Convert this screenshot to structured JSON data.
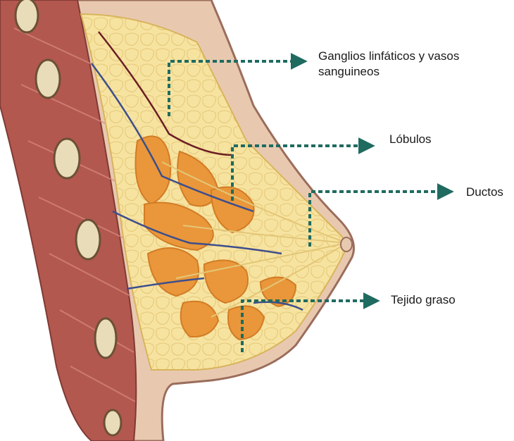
{
  "diagram": {
    "labels": {
      "ganglios": "Ganglios linfáticos y vasos sanguineos",
      "lobulos": "Lóbulos",
      "ductos": "Ductos",
      "tejido": "Tejido graso"
    },
    "colors": {
      "skin": "#e8c9b0",
      "skin_outline": "#9b6d5c",
      "muscle": "#b3584f",
      "fat": "#f7e3a0",
      "lobule": "#e9973a",
      "vessel_blue": "#3d4e8c",
      "vessel_red": "#6b1e24",
      "leader": "#1f6b60"
    }
  }
}
